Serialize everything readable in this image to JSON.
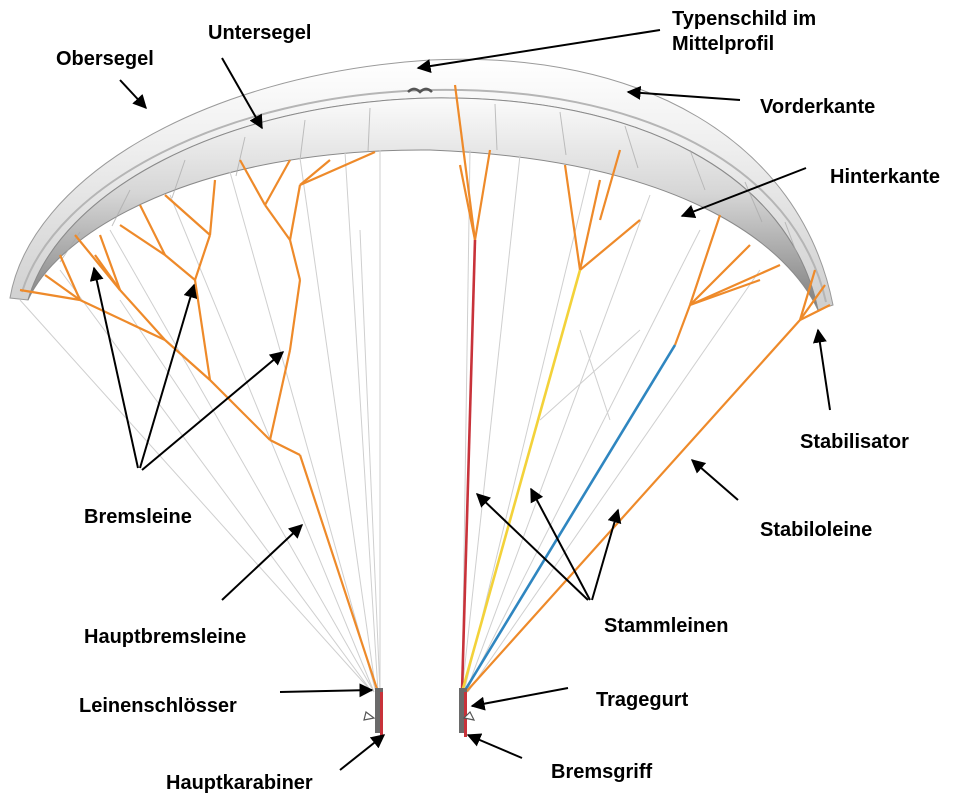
{
  "labels": {
    "obersegel": "Obersegel",
    "untersegel": "Untersegel",
    "typenschild_line1": "Typenschild im",
    "typenschild_line2": "Mittelprofil",
    "vorderkante": "Vorderkante",
    "hinterkante": "Hinterkante",
    "stabilisator": "Stabilisator",
    "stabiloleine": "Stabiloleine",
    "bremsleine": "Bremsleine",
    "hauptbremsleine": "Hauptbremsleine",
    "stammleinen": "Stammleinen",
    "leinenschloesser": "Leinenschlösser",
    "tragegurt": "Tragegurt",
    "hauptkarabiner": "Hauptkarabiner",
    "bremsgriff": "Bremsgriff"
  },
  "colors": {
    "brake_lines": "#ee8a2a",
    "stabilo_line": "#ee8a2a",
    "riser_line_red": "#c8323a",
    "riser_line_yellow": "#f3d23a",
    "riser_line_blue": "#2f86c0",
    "suspension_lines": "#c8c8c8",
    "canopy_light": "#f2f2f2",
    "canopy_dark": "#8a8a8a",
    "arrows": "#000000"
  }
}
